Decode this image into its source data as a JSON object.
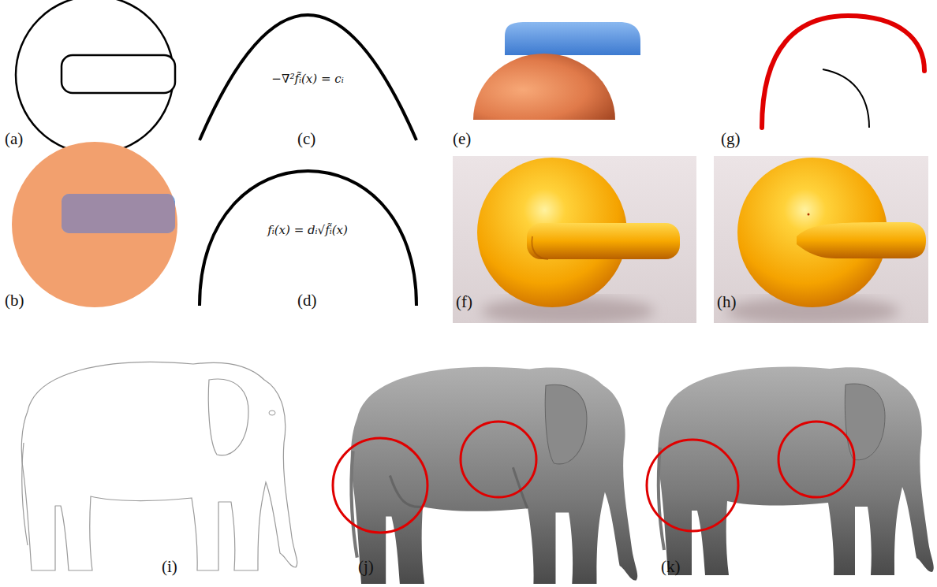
{
  "diagram": {
    "labels": [
      "−∇²f̃ᵢ(x) = cᵢ",
      "(a)",
      "(c)",
      "(e)",
      "(g)",
      "fᵢ(x) = dᵢ√f̃ᵢ(x)",
      "(b)",
      "(d)",
      "(f)",
      "(h)",
      "(i)",
      "(j)",
      "(k)"
    ]
  }
}
